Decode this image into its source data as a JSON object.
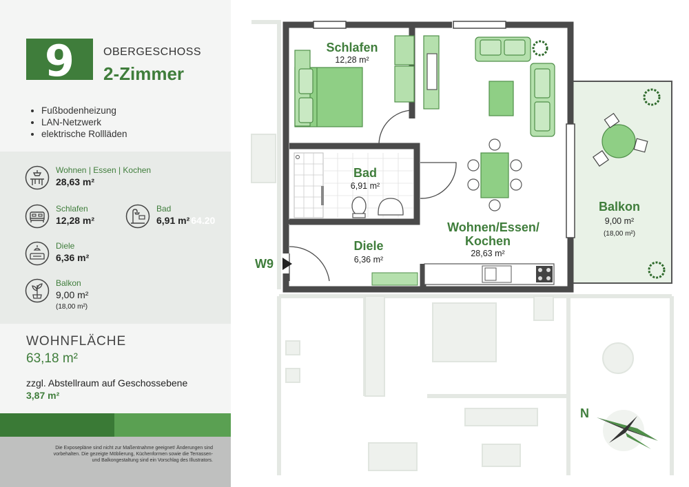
{
  "unit": {
    "number": "9",
    "floor": "OBERGESCHOSS",
    "type": "2-Zimmer"
  },
  "features": [
    "Fußbodenheizung",
    "LAN-Netzwerk",
    "elektrische Rollläden"
  ],
  "areas": {
    "wohnen": {
      "label": "Wohnen | Essen | Kochen",
      "value": "28,63 m²",
      "icon": "dining-table-icon"
    },
    "schlafen": {
      "label": "Schlafen",
      "value": "12,28 m²",
      "icon": "bed-icon"
    },
    "bad": {
      "label": "Bad",
      "value": "6,91 m²",
      "icon": "shower-icon"
    },
    "diele": {
      "label": "Diele",
      "value": "6,36 m²",
      "icon": "lamp-icon"
    },
    "balkon": {
      "label": "Balkon",
      "value": "9,00 m²",
      "sub": "(18,00 m²)",
      "icon": "plant-icon"
    }
  },
  "overlap_fragment": "64.20",
  "wohnflaeche": {
    "label": "WOHNFLÄCHE",
    "value": "63,18 m²"
  },
  "abstellraum": {
    "label": "zzgl. Abstellraum auf Geschossebene",
    "value": "3,87 m²"
  },
  "disclaimer": "Die Exposepläne sind nicht zur Maßentnahme geeignet! Änderungen sind vorbehalten. Die gezeigte Möblierung, Küchenformen sowie die Terrassen- und Balkongestaltung sind ein Vorschlag des Illustrators.",
  "plan": {
    "schlafen": {
      "name": "Schlafen",
      "area": "12,28 m²"
    },
    "bad": {
      "name": "Bad",
      "area": "6,91 m²"
    },
    "wohnen": {
      "name_line1": "Wohnen/Essen/",
      "name_line2": "Kochen",
      "area": "28,63 m²"
    },
    "diele": {
      "name": "Diele",
      "area": "6,36 m²"
    },
    "balkon": {
      "name": "Balkon",
      "area": "9,00 m²",
      "sub": "(18,00 m²)"
    },
    "entrance": "W9",
    "north": "N"
  },
  "colors": {
    "accent": "#3f7d3b",
    "accent_light": "#5aa052",
    "room_fill": "#8fcf85",
    "wall": "#4a4a4a"
  }
}
